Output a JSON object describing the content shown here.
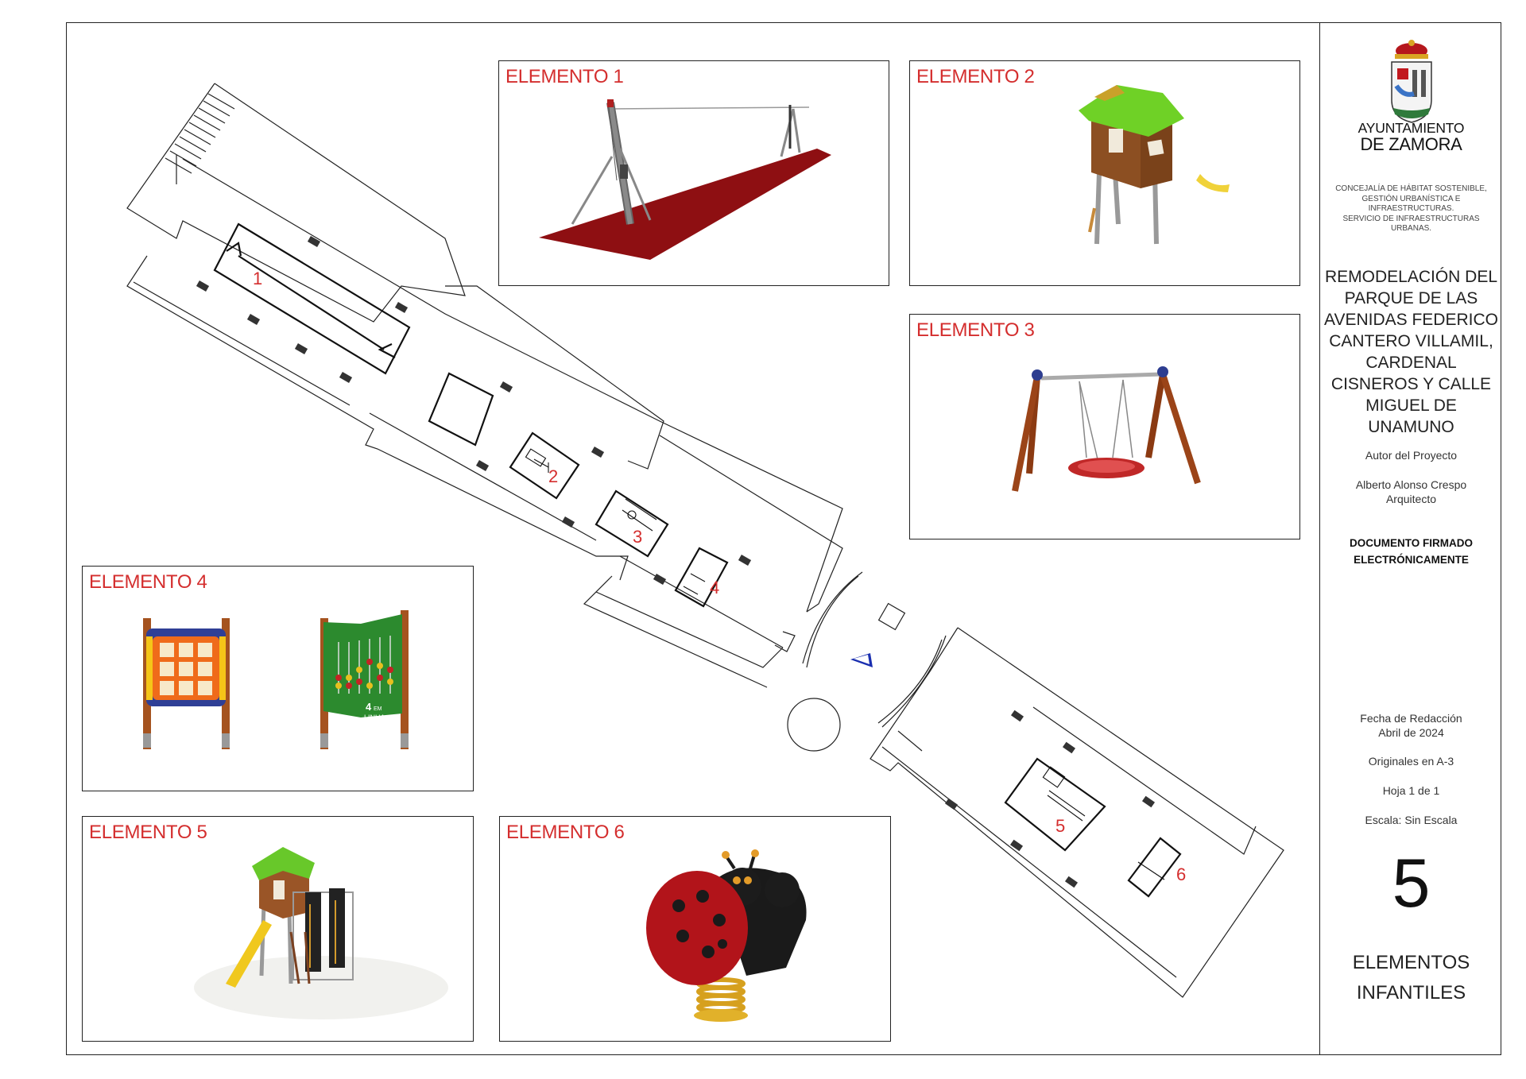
{
  "elements": [
    {
      "title": "ELEMENTO 1"
    },
    {
      "title": "ELEMENTO 2"
    },
    {
      "title": "ELEMENTO 3"
    },
    {
      "title": "ELEMENTO 4"
    },
    {
      "title": "ELEMENTO 5"
    },
    {
      "title": "ELEMENTO 6"
    }
  ],
  "plan_labels": [
    "1",
    "2",
    "3",
    "4",
    "5",
    "6"
  ],
  "element4": {
    "panel_text_line1": "4",
    "panel_text_line1b": "EM",
    "panel_text_line2": "LINHA"
  },
  "title_block": {
    "authority_line1": "AYUNTAMIENTO",
    "authority_line2": "DE ZAMORA",
    "department_line1": "CONCEJALÍA DE HÁBITAT SOSTENIBLE,",
    "department_line2": "GESTIÓN URBANÍSTICA E",
    "department_line3": "INFRAESTRUCTURAS.",
    "department_line4": "SERVICIO DE INFRAESTRUCTURAS",
    "department_line5": "URBANAS.",
    "project_lines": [
      "REMODELACIÓN DEL",
      "PARQUE DE LAS",
      "AVENIDAS FEDERICO",
      "CANTERO VILLAMIL,",
      "CARDENAL",
      "CISNEROS Y CALLE",
      "MIGUEL DE",
      "UNAMUNO"
    ],
    "author_label": "Autor del Proyecto",
    "author_name": "Alberto Alonso Crespo",
    "author_role": "Arquitecto",
    "signed_line1": "DOCUMENTO FIRMADO",
    "signed_line2": "ELECTRÓNICAMENTE",
    "date_label": "Fecha de Redacción",
    "date_value": "Abril de 2024",
    "originals": "Originales en A-3",
    "sheet": "Hoja 1 de 1",
    "scale": "Escala: Sin Escala",
    "sheet_number": "5",
    "sheet_title_line1": "ELEMENTOS",
    "sheet_title_line2": "INFANTILES"
  },
  "colors": {
    "accent_red": "#d42e2e",
    "line": "#222222"
  }
}
